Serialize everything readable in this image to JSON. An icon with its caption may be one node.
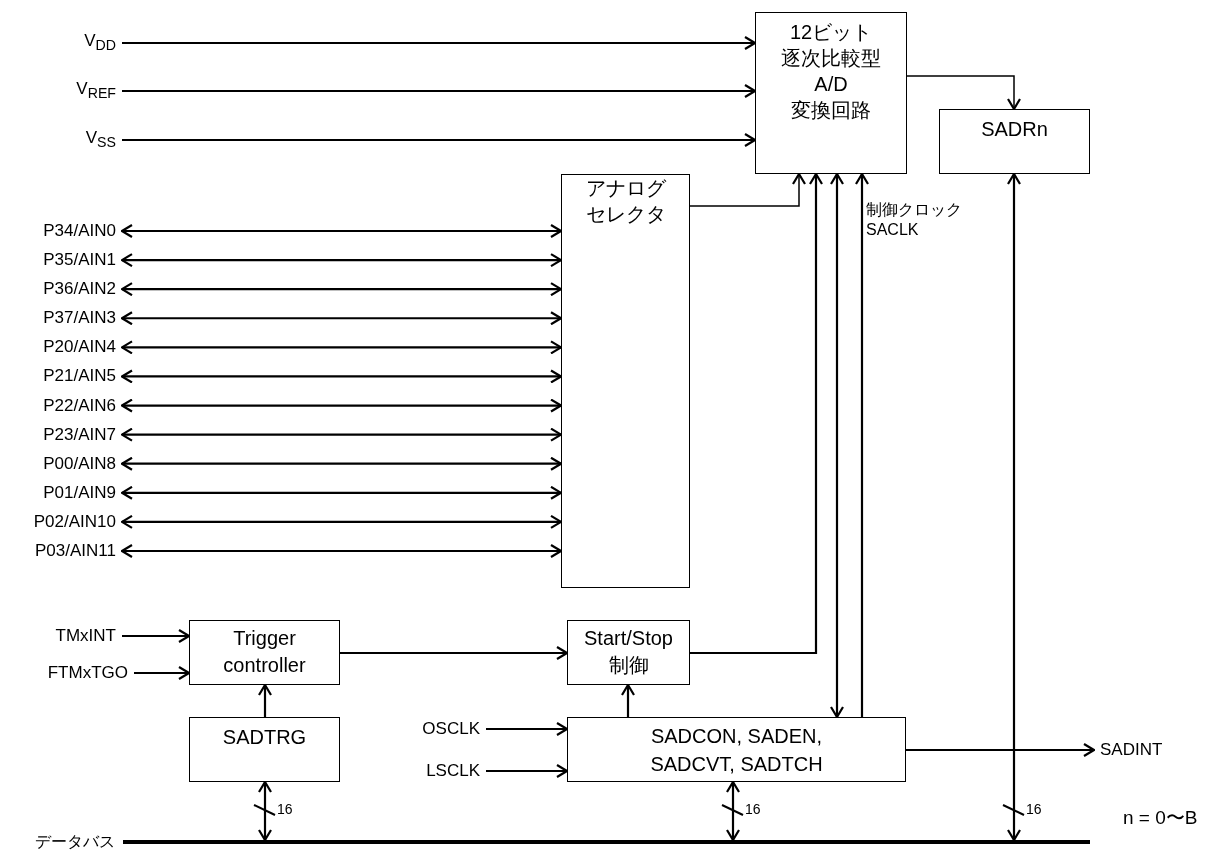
{
  "diagram": {
    "nodes": [
      {
        "text": [
          "V$_{DD}$"
        ]
      },
      {
        "text": [
          "V$_{REF}$"
        ]
      },
      {
        "text": [
          "V$_{SS}$"
        ]
      },
      {
        "text": [
          "12ビット逐次比較型A/D変換回路"
        ]
      },
      {
        "text": [
          "SADRn"
        ]
      },
      {
        "text": [
          "アナログセレクタ"
        ]
      },
      {
        "text": [
          "P34/AIN0"
        ]
      },
      {
        "text": [
          "P35/AIN1"
        ]
      },
      {
        "text": [
          "P36/AIN2"
        ]
      },
      {
        "text": [
          "P37/AIN3"
        ]
      },
      {
        "text": [
          "P20/AIN4"
        ]
      },
      {
        "text": [
          "P21/AIN5"
        ]
      },
      {
        "text": [
          "P22/AIN6"
        ]
      },
      {
        "text": [
          "P23/AIN7"
        ]
      },
      {
        "text": [
          "P00/AIN8"
        ]
      },
      {
        "text": [
          "P01/AIN9"
        ]
      },
      {
        "text": [
          "P02/AIN10"
        ]
      },
      {
        "text": [
          "P03/AIN11"
        ]
      },
      {
        "text": [
          "TMxINT"
        ]
      },
      {
        "text": [
          "FTMxTGO"
        ]
      },
      {
        "text": [
          "Trigger controller"
        ]
      },
      {
        "text": [
          "Start/Stop 制御"
        ]
      },
      {
        "text": [
          "SADTRG"
        ]
      },
      {
        "text": [
          "OSCLK"
        ]
      },
      {
        "text": [
          "LSCLK"
        ]
      },
      {
        "text": [
          "SADCON, SADEN, SADCVT, SADTCH"
        ]
      },
      {
        "text": [
          "SADINT"
        ]
      },
      {
        "text": [],
        "shape": "bar",
        "beside": [
          "データバス"
        ]
      }
    ],
    "edges": [
      {
        "from": 0,
        "to": 3,
        "arrow": "to"
      },
      {
        "from": 1,
        "to": 3,
        "arrow": "to"
      },
      {
        "from": 2,
        "to": 3,
        "arrow": "to"
      },
      {
        "from": 6,
        "to": 5,
        "arrow": "both"
      },
      {
        "from": 7,
        "to": 5,
        "arrow": "both"
      },
      {
        "from": 8,
        "to": 5,
        "arrow": "both"
      },
      {
        "from": 9,
        "to": 5,
        "arrow": "both"
      },
      {
        "from": 10,
        "to": 5,
        "arrow": "both"
      },
      {
        "from": 11,
        "to": 5,
        "arrow": "both"
      },
      {
        "from": 12,
        "to": 5,
        "arrow": "both"
      },
      {
        "from": 13,
        "to": 5,
        "arrow": "both"
      },
      {
        "from": 14,
        "to": 5,
        "arrow": "both"
      },
      {
        "from": 15,
        "to": 5,
        "arrow": "both"
      },
      {
        "from": 16,
        "to": 5,
        "arrow": "both"
      },
      {
        "from": 17,
        "to": 5,
        "arrow": "both"
      },
      {
        "from": 5,
        "to": 3,
        "arrow": "to"
      },
      {
        "from": 21,
        "to": 3,
        "arrow": "to"
      },
      {
        "from": 3,
        "to": 25,
        "arrow": "both"
      },
      {
        "from": 25,
        "to": 3,
        "arrow": "to",
        "label": "制御クロック SACLK"
      },
      {
        "from": 3,
        "to": 4,
        "arrow": "to"
      },
      {
        "from": 18,
        "to": 20,
        "arrow": "to"
      },
      {
        "from": 19,
        "to": 20,
        "arrow": "to"
      },
      {
        "from": 22,
        "to": 20,
        "arrow": "to"
      },
      {
        "from": 20,
        "to": 21,
        "arrow": "to"
      },
      {
        "from": 25,
        "to": 21,
        "arrow": "to"
      },
      {
        "from": 23,
        "to": 25,
        "arrow": "to"
      },
      {
        "from": 24,
        "to": 25,
        "arrow": "to"
      },
      {
        "from": 25,
        "to": 26,
        "arrow": "to"
      },
      {
        "from": 22,
        "to": 27,
        "arrow": "both",
        "label": "16"
      },
      {
        "from": 25,
        "to": 27,
        "arrow": "both",
        "label": "16"
      },
      {
        "from": 4,
        "to": 27,
        "arrow": "both",
        "label": "16"
      }
    ],
    "labels": [
      "n = 0〜B"
    ]
  }
}
